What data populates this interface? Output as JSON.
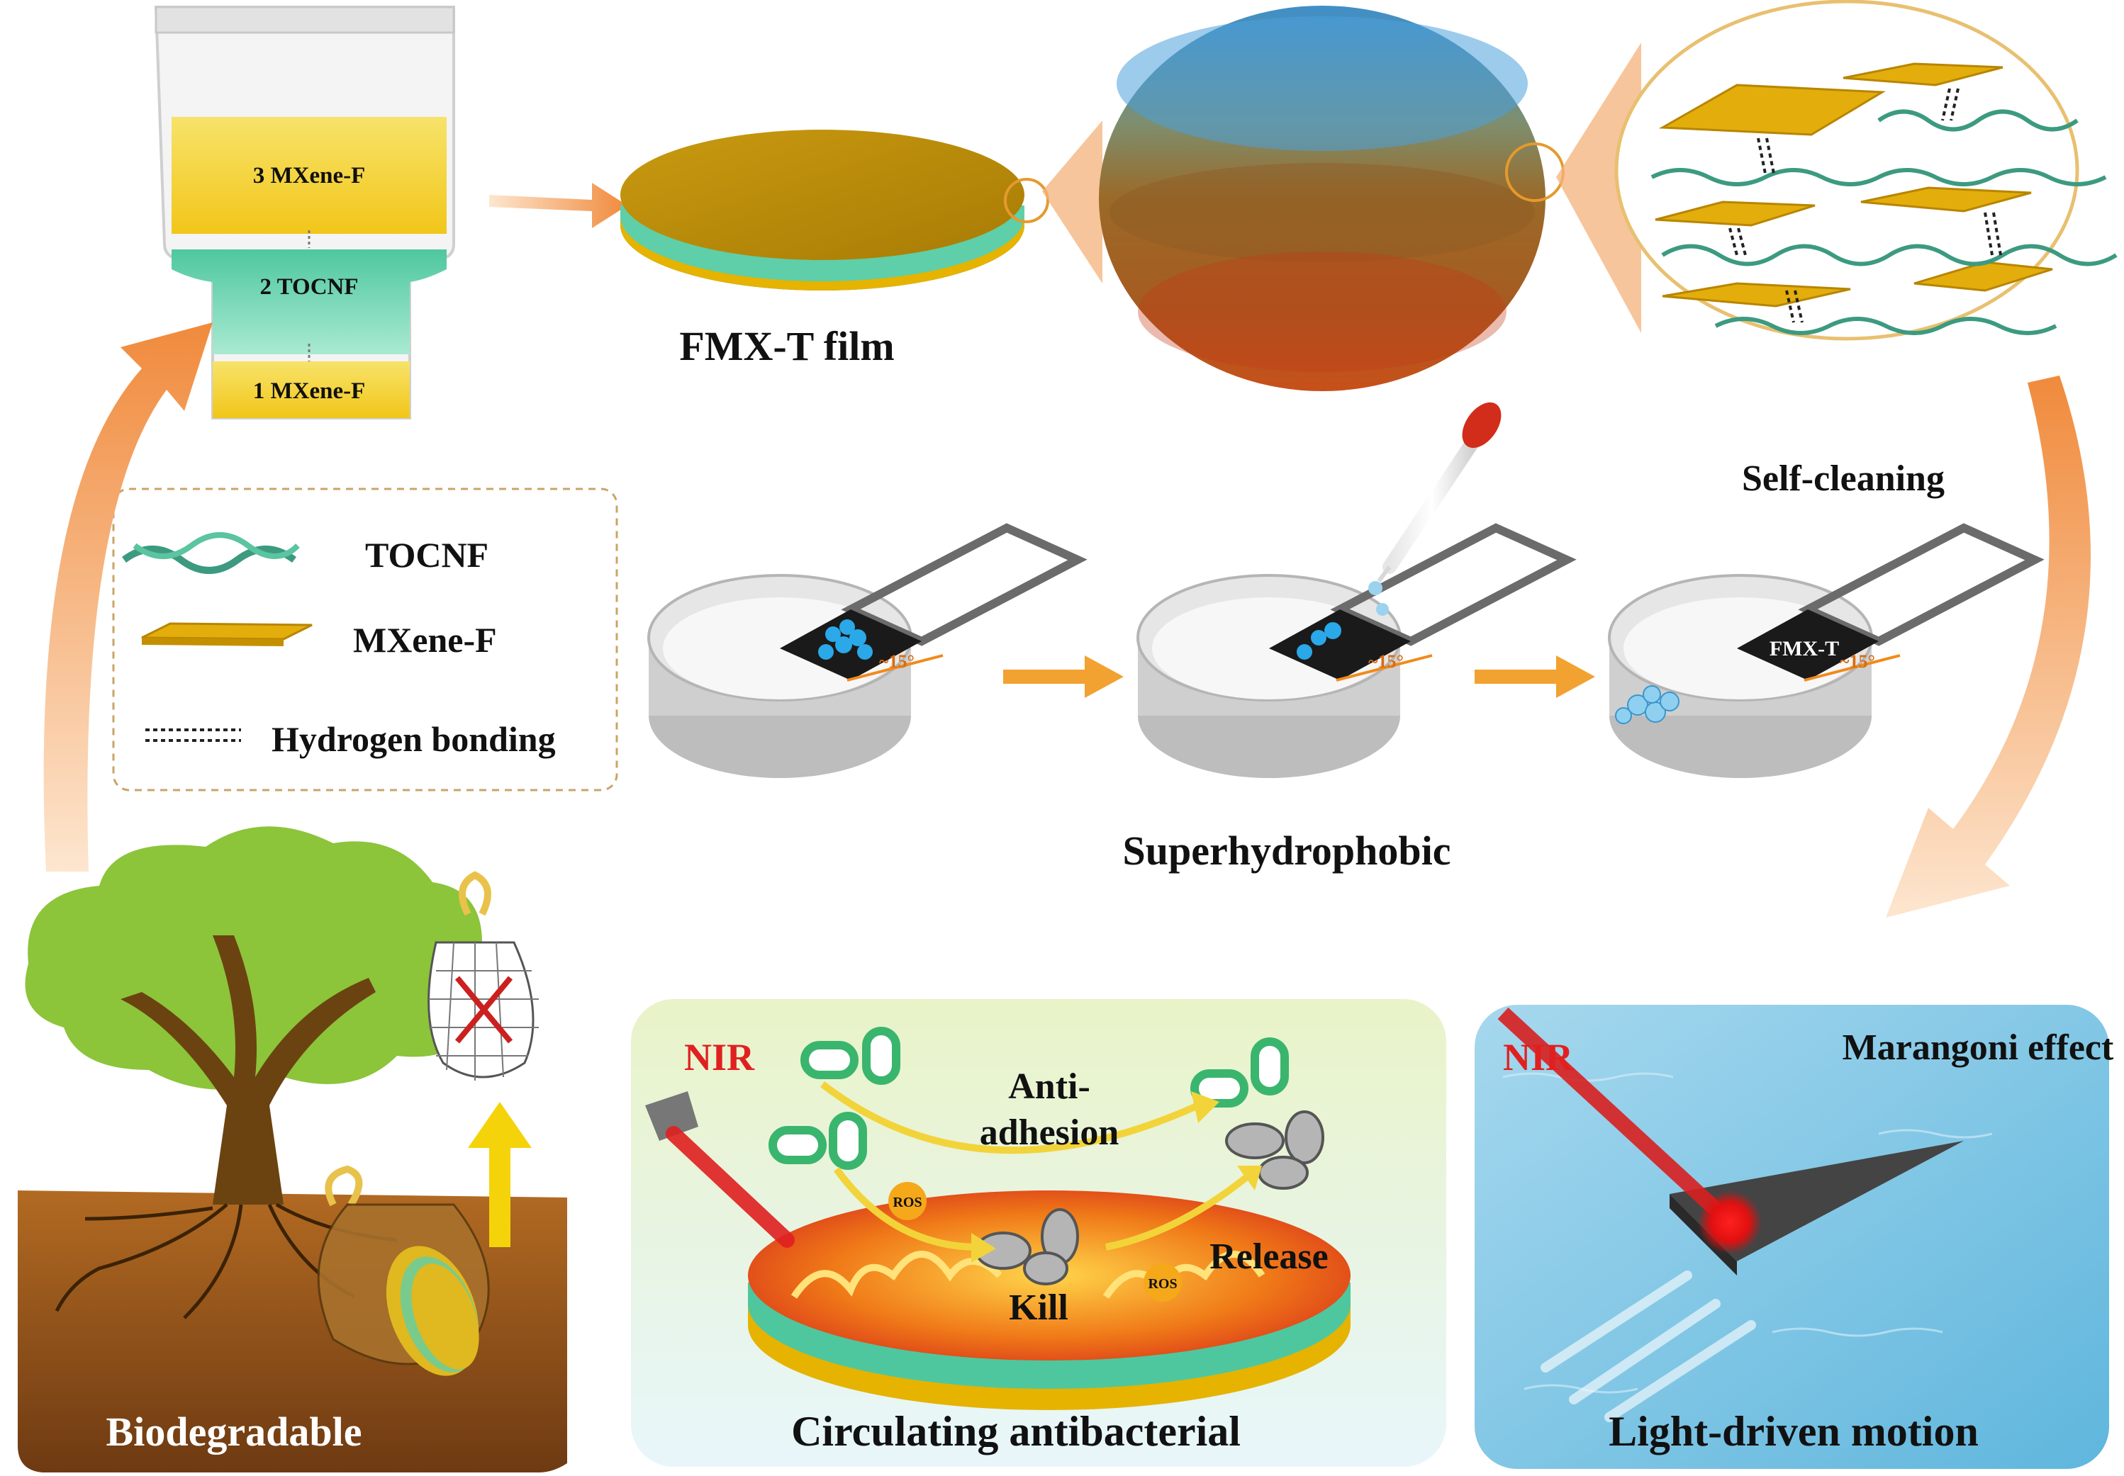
{
  "vial": {
    "layer3": "3 MXene-F",
    "layer2": "2 TOCNF",
    "layer1": "1 MXene-F"
  },
  "film": {
    "caption": "FMX-T film"
  },
  "legend": {
    "tocnf": "TOCNF",
    "mxene": "MXene-F",
    "hbond": "Hydrogen bonding"
  },
  "petri": {
    "angle_label": "~15°",
    "film_label": "FMX-T",
    "self_cleaning": "Self-cleaning",
    "superhydrophobic": "Superhydrophobic"
  },
  "antibacterial": {
    "nir": "NIR",
    "anti_line1": "Anti-",
    "anti_line2": "adhesion",
    "ros": "ROS",
    "kill": "Kill",
    "release": "Release",
    "caption": "Circulating antibacterial"
  },
  "motion": {
    "nir": "NIR",
    "marangoni": "Marangoni effect",
    "caption": "Light-driven motion"
  },
  "biodegradable": {
    "caption": "Biodegradable"
  },
  "colors": {
    "mxene_gold": "#e8b400",
    "tocnf_teal": "#5fc9a8",
    "flow_arrow": "#f0a660",
    "nir_red": "#e02020"
  }
}
